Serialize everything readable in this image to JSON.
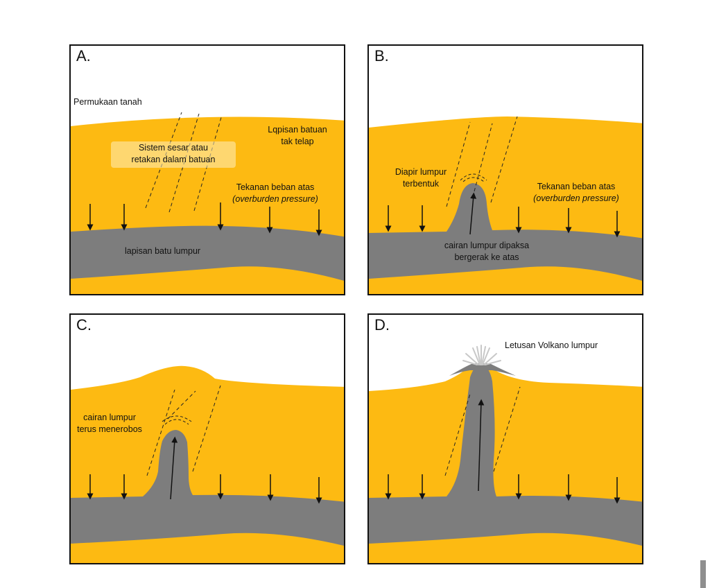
{
  "colors": {
    "rock": "#FDBA12",
    "mud": "#7D7D7D",
    "sky": "#FFFFFF",
    "outline": "#111111",
    "eruption": "#C8C8C8"
  },
  "panels": {
    "a": {
      "letter": "A.",
      "ground_surface": "Permukaan tanah",
      "fault_system_line1": "Sistem sesar atau",
      "fault_system_line2": "retakan dalam  batuan",
      "rock_layer_line1": "Lqpisan batuan",
      "rock_layer_line2": "tak telap",
      "overburden_line1": "Tekanan beban atas",
      "overburden_line2": "(overburden pressure)",
      "mudstone_layer": "lapisan batu lumpur"
    },
    "b": {
      "letter": "B.",
      "diapir_line1": "Diapir lumpur",
      "diapir_line2": "terbentuk",
      "overburden_line1": "Tekanan beban atas",
      "overburden_line2": "(overburden pressure)",
      "fluid_line1": "cairan lumpur dipaksa",
      "fluid_line2": "bergerak ke atas"
    },
    "c": {
      "letter": "C.",
      "fluid_line1": "cairan lumpur",
      "fluid_line2": "terus menerobos"
    },
    "d": {
      "letter": "D.",
      "eruption": "Letusan Volkano lumpur"
    }
  }
}
